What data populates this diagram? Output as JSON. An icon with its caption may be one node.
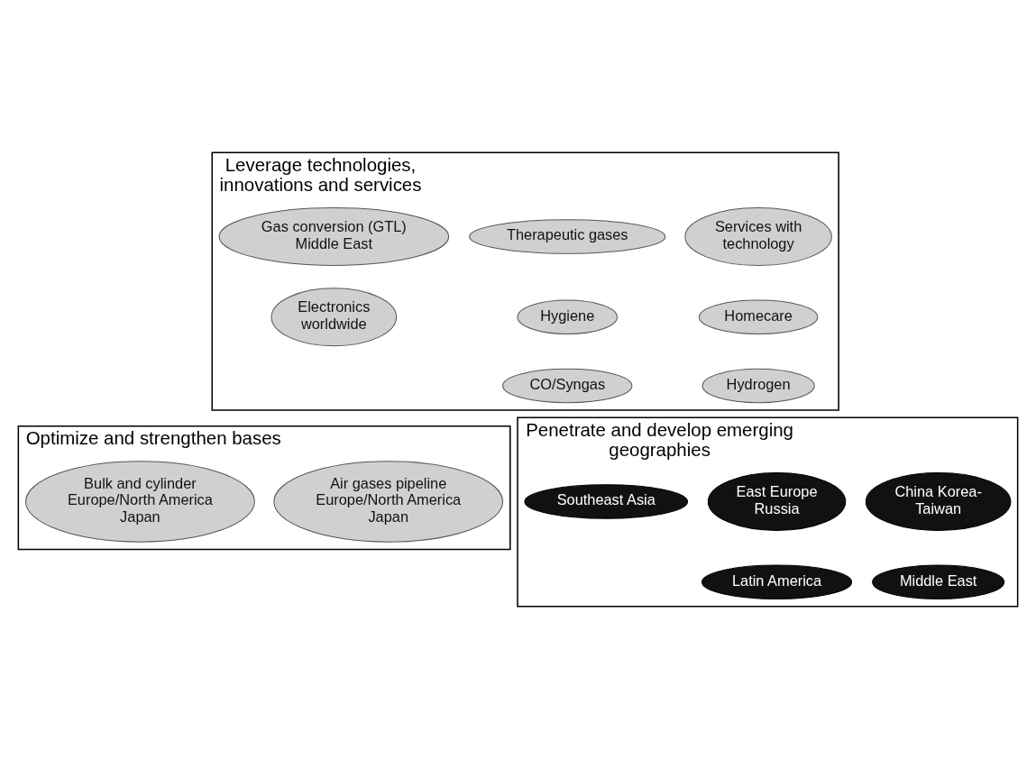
{
  "diagram": {
    "nodes": [
      {
        "text": [
          "Leverage technologies, innovations and services"
        ]
      },
      {
        "text": [
          "Services with technology"
        ],
        "in": 0
      },
      {
        "text": [
          "Therapeutic gases"
        ],
        "in": 0
      },
      {
        "text": [
          "Gas conversion (GTL) Middle East"
        ],
        "in": 0
      },
      {
        "text": [
          "Homecare"
        ],
        "in": 0
      },
      {
        "text": [
          "Hygiene"
        ],
        "in": 0
      },
      {
        "text": [
          "Electronics worldwide"
        ],
        "in": 0
      },
      {
        "text": [
          "Hydrogen"
        ],
        "in": 0
      },
      {
        "text": [
          "CO/Syngas"
        ],
        "in": 0
      },
      {
        "text": [
          "Optimize and strengthen bases"
        ]
      },
      {
        "text": [
          "Air gases pipeline Europe/North America Japan"
        ],
        "in": 9
      },
      {
        "text": [
          "Bulk and cylinder Europe/North America Japan"
        ],
        "in": 9
      },
      {
        "text": [
          "Penetrate and develop emerging geographies"
        ]
      },
      {
        "text": [
          "China Korea-Taiwan"
        ],
        "in": 12
      },
      {
        "text": [
          "East Europe Russia"
        ],
        "in": 12
      },
      {
        "text": [
          "Southeast Asia"
        ],
        "in": 12
      },
      {
        "text": [
          "Middle East"
        ],
        "in": 12
      },
      {
        "text": [
          "Latin America"
        ],
        "in": 12
      }
    ],
    "edges": []
  }
}
